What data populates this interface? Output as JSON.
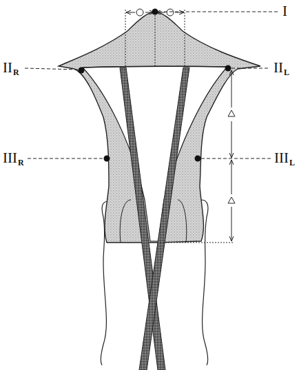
{
  "diagram": {
    "labels": [
      "I",
      "II",
      "R",
      "II",
      "L",
      "III",
      "R",
      "III",
      "L"
    ]
  }
}
